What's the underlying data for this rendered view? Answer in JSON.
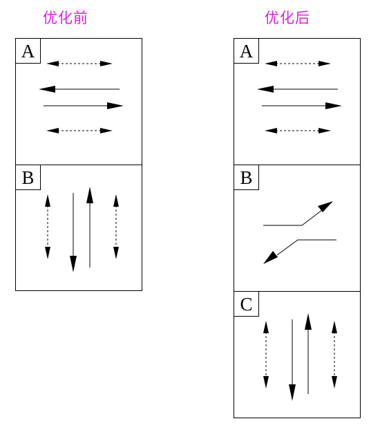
{
  "headers": {
    "before": "优化前",
    "after": "优化后"
  },
  "before_panels": [
    {
      "label": "A"
    },
    {
      "label": "B"
    }
  ],
  "after_panels": [
    {
      "label": "A"
    },
    {
      "label": "B"
    },
    {
      "label": "C"
    }
  ]
}
